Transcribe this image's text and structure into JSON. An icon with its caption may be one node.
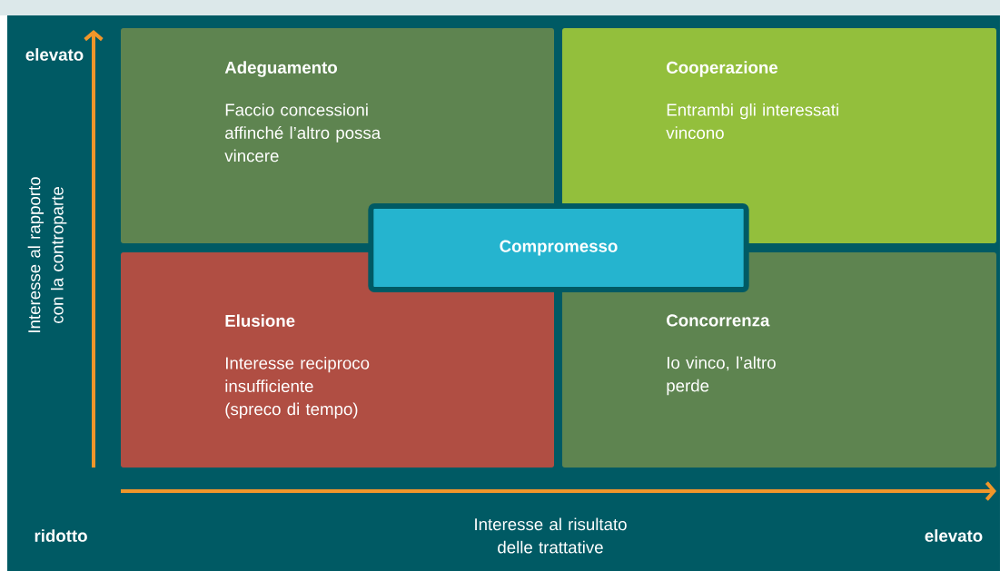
{
  "diagram": {
    "nodes": [
      {
        "text": [
          "Adeguamento",
          "Faccio concessioni affinché l’altro possa vincere"
        ]
      },
      {
        "text": [
          "Cooperazione",
          "Entrambi gli interessati vincono"
        ]
      },
      {
        "text": [
          "Elusione",
          "Interesse reciproco insufficiente (spreco di tempo)"
        ]
      },
      {
        "text": [
          "Concorrenza",
          "Io vinco, l’altro perde"
        ]
      },
      {
        "text": [
          "Compromesso"
        ]
      }
    ],
    "labels": [
      "elevato",
      "Interesse al rapporto con la controparte",
      "ridotto",
      "Interesse al risultato delle trattative",
      "elevato"
    ]
  }
}
